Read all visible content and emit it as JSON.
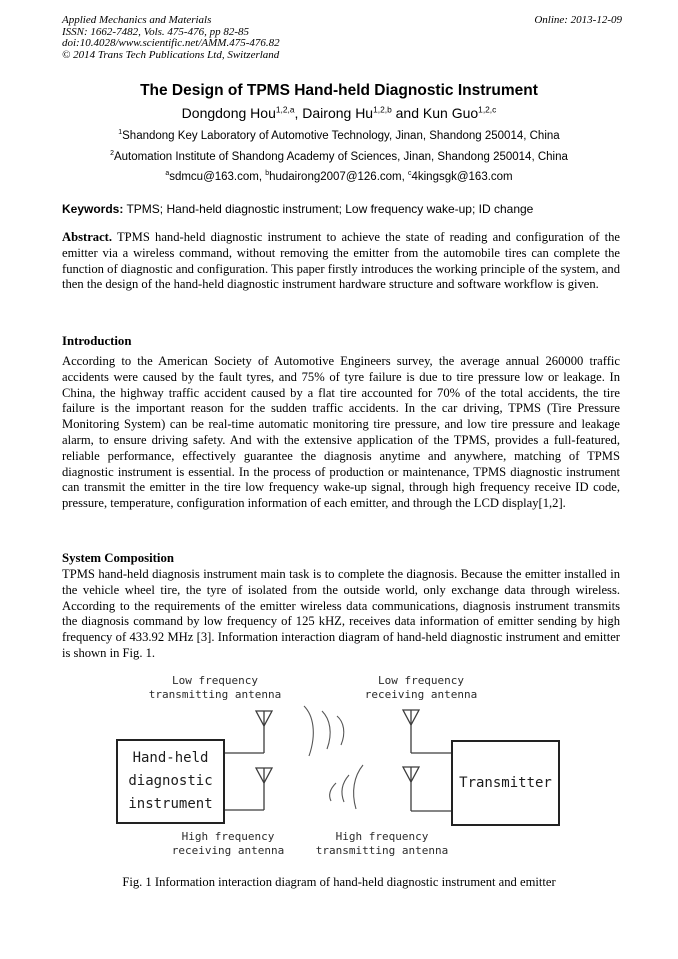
{
  "header": {
    "journal": "Applied Mechanics and Materials",
    "issn_line": "ISSN: 1662-7482, Vols. 475-476, pp 82-85",
    "doi_line": "doi:10.4028/www.scientific.net/AMM.475-476.82",
    "copyright_line": "© 2014 Trans Tech Publications Ltd, Switzerland",
    "online_date": "Online: 2013-12-09"
  },
  "title": "The Design of TPMS Hand-held Diagnostic Instrument",
  "authors": [
    {
      "name": "Dongdong Hou",
      "sup": "1,2,a",
      "sep": ", "
    },
    {
      "name": "Dairong Hu",
      "sup": "1,2,b",
      "sep": " and "
    },
    {
      "name": "Kun Guo",
      "sup": "1,2,c",
      "sep": ""
    }
  ],
  "affiliations": [
    {
      "sup": "1",
      "text": "Shandong Key Laboratory of Automotive Technology, Jinan, Shandong 250014, China"
    },
    {
      "sup": "2",
      "text": "Automation Institute of Shandong Academy of Sciences, Jinan, Shandong 250014, China"
    }
  ],
  "emails": [
    {
      "sup": "a",
      "text": "sdmcu@163.com",
      "sep": ", "
    },
    {
      "sup": "b",
      "text": "hudairong2007@126.com",
      "sep": ", "
    },
    {
      "sup": "c",
      "text": "4kingsgk@163.com",
      "sep": ""
    }
  ],
  "keywords": {
    "label": "Keywords:",
    "text": " TPMS; Hand-held diagnostic instrument; Low frequency wake-up; ID change"
  },
  "abstract": {
    "label": "Abstract.",
    "text": " TPMS hand-held diagnostic instrument to achieve the state of reading and configuration of the emitter via a wireless command, without removing the emitter from the automobile tires can complete the function of diagnostic and configuration. This paper firstly introduces the working principle of the system, and then the design of the hand-held diagnostic instrument hardware structure and software workflow is given."
  },
  "sections": [
    {
      "heading": "Introduction",
      "body": "According to the American Society of Automotive Engineers survey, the average annual 260000 traffic accidents were caused by the fault tyres, and 75% of tyre failure is due to tire pressure low or leakage. In China, the highway traffic accident caused by a flat tire accounted for 70% of the total accidents, the tire failure is the important reason for the sudden traffic accidents. In the car driving, TPMS (Tire Pressure Monitoring System) can be real-time automatic monitoring tire pressure, and low tire pressure and leakage alarm, to ensure driving safety. And with the extensive application of the TPMS, provides a full-featured, reliable performance, effectively guarantee the diagnosis anytime and anywhere, matching of TPMS diagnostic instrument is essential. In the process of production or maintenance, TPMS diagnostic instrument can transmit the emitter in the tire low frequency wake-up signal, through high frequency receive ID code, pressure, temperature, configuration information of each emitter, and through the LCD display[1,2]."
    },
    {
      "heading": "System Composition",
      "body": "TPMS hand-held diagnosis instrument main task is to complete the diagnosis. Because the emitter installed in the vehicle wheel tire, the tyre of isolated from the outside world, only exchange data through wireless. According to the requirements of the emitter wireless data communications, diagnosis instrument transmits the diagnosis command by low frequency of 125 kHZ, receives data information of emitter sending by high frequency of 433.92 MHz [3]. Information interaction diagram of hand-held diagnostic instrument and emitter is shown in Fig. 1."
    }
  ],
  "figure": {
    "labels": {
      "lf_tx": [
        "Low frequency",
        "transmitting antenna"
      ],
      "lf_rx": [
        "Low frequency",
        "receiving antenna"
      ],
      "hf_rx": [
        "High frequency",
        "receiving antenna"
      ],
      "hf_tx": [
        "High frequency",
        "transmitting antenna"
      ]
    },
    "left_box": [
      "Hand-held",
      "diagnostic",
      "instrument"
    ],
    "right_box": "Transmitter",
    "caption": "Fig. 1 Information interaction diagram of hand-held diagnostic instrument and emitter"
  },
  "colors": {
    "text": "#000000",
    "figure_line": "#3c3c3c"
  }
}
